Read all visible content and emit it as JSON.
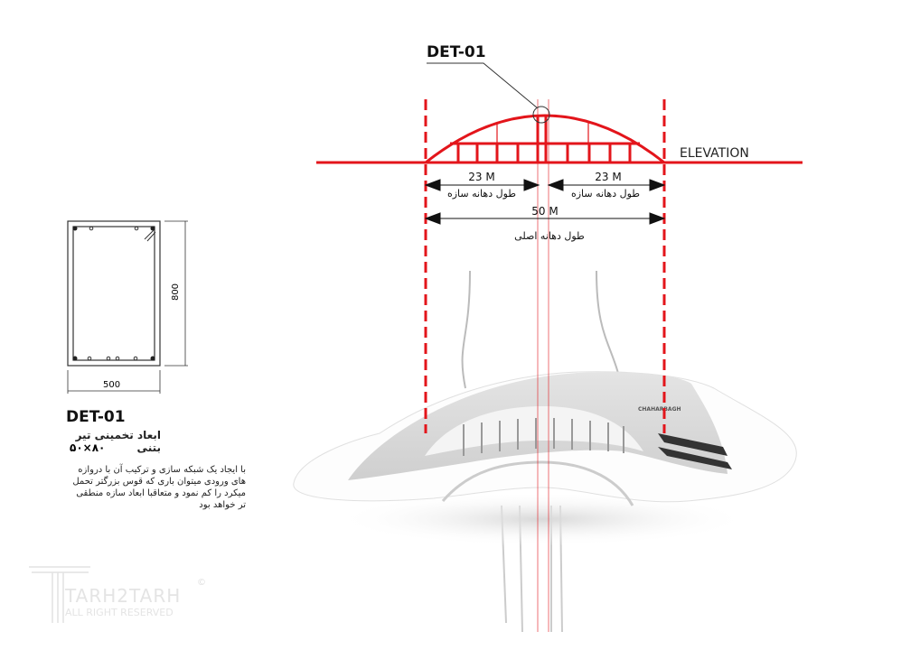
{
  "elevation": {
    "detail_tag": "DET-01",
    "elevation_label": "ELEVATION",
    "span_left": "23 M",
    "span_left_caption": "طول دهانه سازه",
    "span_right": "23 M",
    "span_right_caption": "طول دهانه سازه",
    "span_total": "50 M",
    "span_total_caption": "طول دهانه اصلی"
  },
  "section": {
    "height_label": "800",
    "width_label": "500"
  },
  "detail_note": {
    "title": "DET-01",
    "subtitle": "ابعاد تخمینی تیر بتنی",
    "size": "۵۰×۸۰",
    "description": "با ایجاد یک شبکه سازی و ترکیب آن با دروازه های ورودی میتوان باری که قوس بزرگتر تحمل میکرد را کم نمود و متعاقبا ابعاد سازه منطقی تر خواهد بود"
  },
  "watermark": {
    "brand": "TARH2TARH",
    "rights": "ALL RIGHT RESERVED",
    "copyright": "©"
  },
  "colors": {
    "accent_red": "#e3151b",
    "ink": "#111111"
  }
}
